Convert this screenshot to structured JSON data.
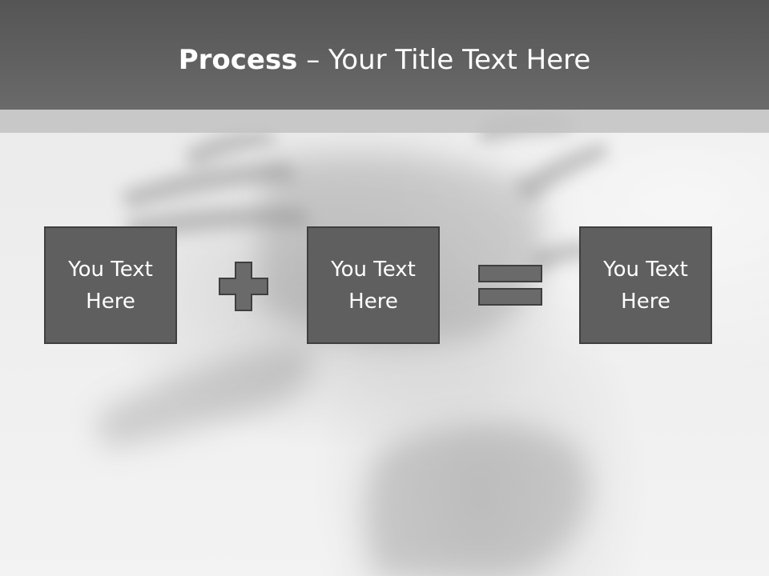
{
  "slide": {
    "title_bold": "Process",
    "title_rest": " – Your Title Text Here",
    "boxes": [
      {
        "line1": "You Text",
        "line2": "Here"
      },
      {
        "line1": "You Text",
        "line2": "Here"
      },
      {
        "line1": "You Text",
        "line2": "Here"
      }
    ],
    "operators": [
      "plus-icon",
      "equals-icon"
    ]
  },
  "colors": {
    "header": "#5a5a5a",
    "stripe": "#c2c2c2",
    "box_fill": "#5f5f5f",
    "box_border": "#3f3f3f",
    "text": "#ffffff"
  }
}
